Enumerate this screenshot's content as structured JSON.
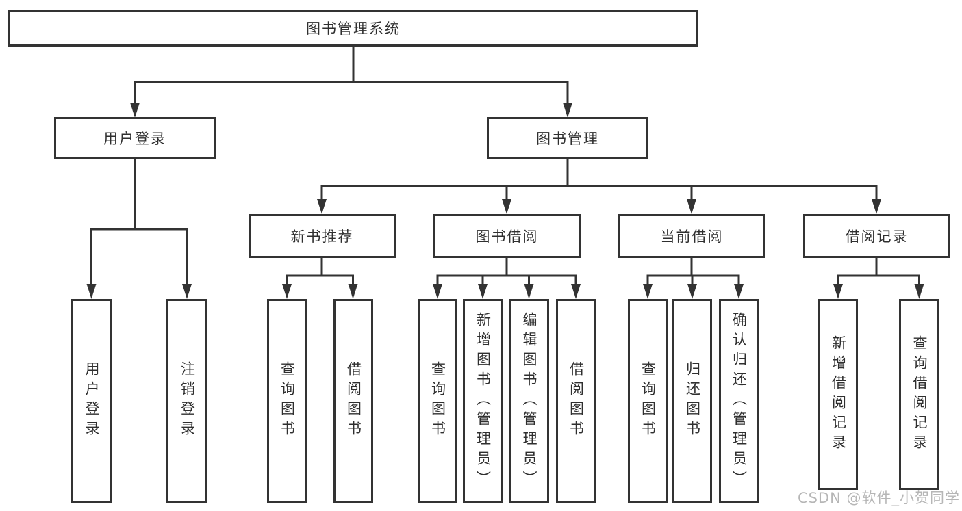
{
  "diagram": {
    "colors": {
      "line": "#333333",
      "box_border": "#333333",
      "box_background": "#ffffff",
      "text": "#2f2f2f",
      "watermark": "#b6b6b6"
    },
    "nodes": {
      "root": "图书管理系统",
      "user_login": "用户登录",
      "book_management": "图书管理",
      "new_book_recommend": "新书推荐",
      "book_borrowing": "图书借阅",
      "current_borrowing": "当前借阅",
      "borrowing_records": "借阅记录",
      "ul_user_login": "用户登录",
      "ul_logout": "注销登录",
      "nb_query_books": "查询图书",
      "nb_borrow_books": "借阅图书",
      "bb_query_books": "查询图书",
      "bb_add_books_admin": "新增图书（管理员）",
      "bb_edit_books_admin": "编辑图书（管理员）",
      "bb_borrow_books": "借阅图书",
      "cb_query_books": "查询图书",
      "cb_return_books": "归还图书",
      "cb_confirm_return_admin": "确认归还（管理员）",
      "br_add_record": "新增借阅记录",
      "br_query_record": "查询借阅记录"
    },
    "watermark": "CSDN @软件_小贺同学"
  }
}
